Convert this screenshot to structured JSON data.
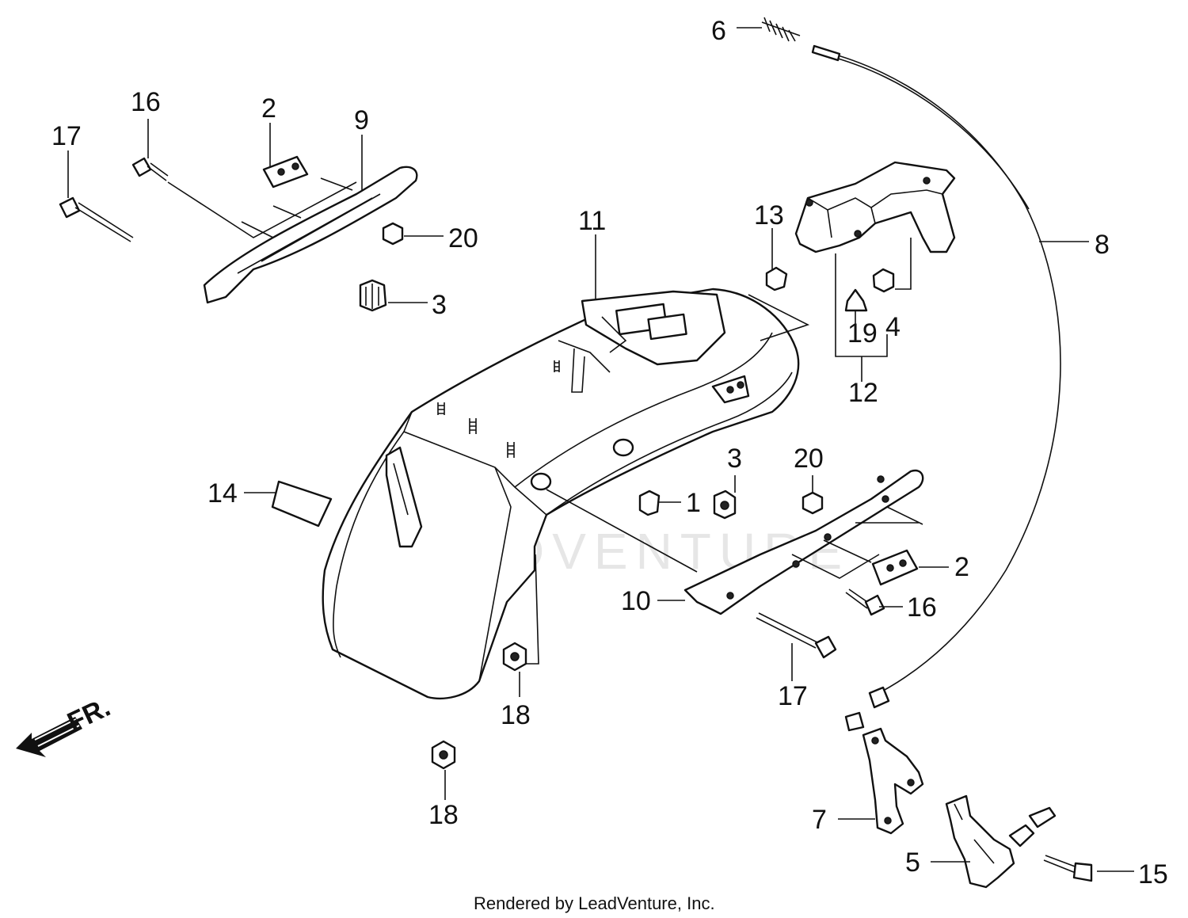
{
  "watermark": "LEADVENTURE",
  "footer": "Rendered by LeadVenture, Inc.",
  "direction_label": "FR.",
  "callouts": {
    "c6": "6",
    "c16a": "16",
    "c2a": "2",
    "c9": "9",
    "c17a": "17",
    "c20a": "20",
    "c3a": "3",
    "c11": "11",
    "c13": "13",
    "c8": "8",
    "c19": "19",
    "c4": "4",
    "c12": "12",
    "c14": "14",
    "c3b": "3",
    "c20b": "20",
    "c1": "1",
    "c2b": "2",
    "c10": "10",
    "c16b": "16",
    "c17b": "17",
    "c18a": "18",
    "c18b": "18",
    "c7": "7",
    "c5": "5",
    "c15": "15"
  }
}
